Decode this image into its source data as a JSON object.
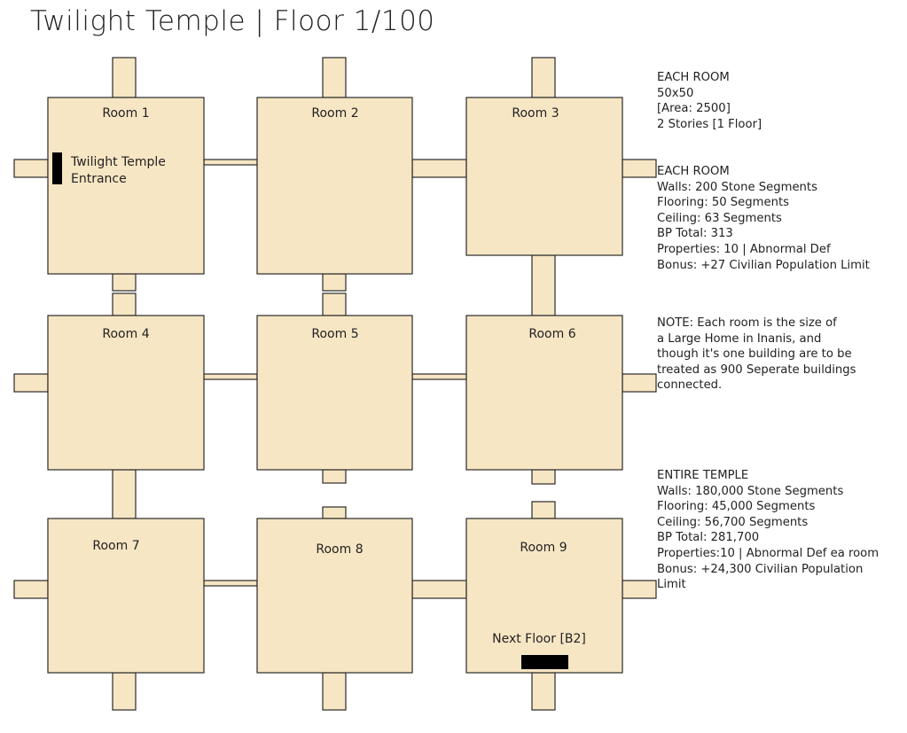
{
  "title": "Twilight Temple | Floor 1/100",
  "rooms": [
    {
      "label": "Room 1"
    },
    {
      "label": "Room 2"
    },
    {
      "label": "Room 3"
    },
    {
      "label": "Room 4"
    },
    {
      "label": "Room 5"
    },
    {
      "label": "Room 6"
    },
    {
      "label": "Room 7"
    },
    {
      "label": "Room 8"
    },
    {
      "label": "Room 9"
    }
  ],
  "markers": {
    "entrance_line1": "Twilight Temple",
    "entrance_line2": "Entrance",
    "next_floor": "Next Floor [B2]"
  },
  "info": {
    "room_size": [
      "EACH ROOM",
      "50x50",
      "[Area: 2500]",
      "2 Stories [1 Floor]"
    ],
    "room_cost": [
      "EACH ROOM",
      "Walls: 200 Stone Segments",
      "Flooring: 50 Segments",
      "Ceiling: 63 Segments",
      "BP Total: 313",
      "Properties: 10 | Abnormal Def",
      "Bonus: +27 Civilian Population Limit"
    ],
    "note": [
      "NOTE: Each room is the size of",
      "a Large Home in Inanis, and",
      "though it's one building are to be",
      "treated as 900 Seperate buildings",
      "connected."
    ],
    "temple": [
      "ENTIRE TEMPLE",
      "Walls: 180,000 Stone Segments",
      "Flooring: 45,000 Segments",
      "Ceiling: 56,700 Segments",
      "BP Total: 281,700",
      "Properties:10 | Abnormal Def ea room",
      "Bonus: +24,300 Civilian Population",
      "Limit"
    ]
  },
  "colors": {
    "floor": "#f7e6c4",
    "outline": "#2a2a2a",
    "marker": "#000000"
  }
}
